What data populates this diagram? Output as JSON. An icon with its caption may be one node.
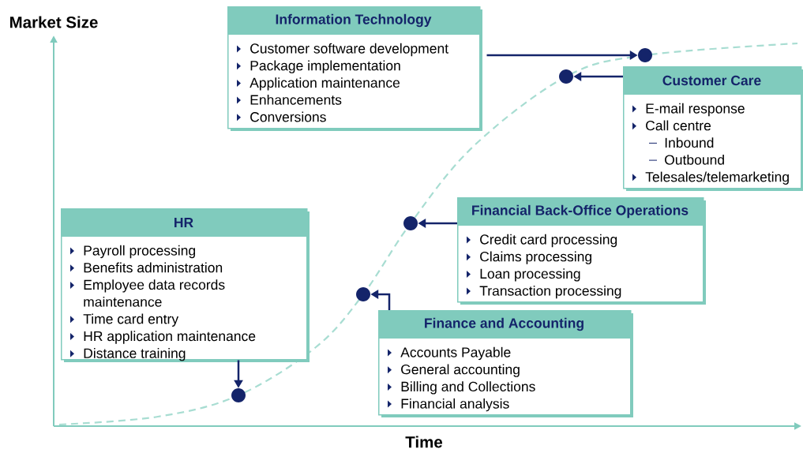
{
  "diagram": {
    "nodes": [
      {
        "text": [
          "Information Technology",
          "Customer software development",
          "Package implementation",
          "Application maintenance",
          "Enhancements",
          "Conversions"
        ]
      },
      {
        "text": [],
        "shape": "circle"
      },
      {
        "text": [],
        "shape": "circle"
      },
      {
        "text": [
          "Customer Care",
          "E-mail response",
          "Call centre",
          "Inbound",
          "Outbound",
          "Telesales/telemarketing"
        ]
      },
      {
        "text": [
          "HR",
          "Payroll processing",
          "Benefits administration",
          "Employee data records maintenance",
          "Time card entry",
          "HR application maintenance",
          "Distance training"
        ]
      },
      {
        "text": [
          "Financial Back-Office Operations",
          "Credit card processing",
          "Claims processing",
          "Loan processing",
          "Transaction processing"
        ]
      },
      {
        "text": [],
        "shape": "circle"
      },
      {
        "text": [],
        "shape": "circle"
      },
      {
        "text": [
          "Finance and Accounting",
          "Accounts Payable",
          "General accounting",
          "Billing and Collections",
          "Financial analysis"
        ]
      },
      {
        "text": [],
        "shape": "circle"
      }
    ],
    "edges": [
      {
        "from": 0,
        "to": 1,
        "arrow": "to"
      },
      {
        "from": 3,
        "to": 2,
        "arrow": "to"
      },
      {
        "from": 5,
        "to": 6,
        "arrow": "to"
      },
      {
        "from": 8,
        "to": 7,
        "arrow": "to"
      },
      {
        "from": 4,
        "to": 9,
        "arrow": "to"
      }
    ],
    "labels": [
      "Market Size",
      "Time"
    ]
  }
}
